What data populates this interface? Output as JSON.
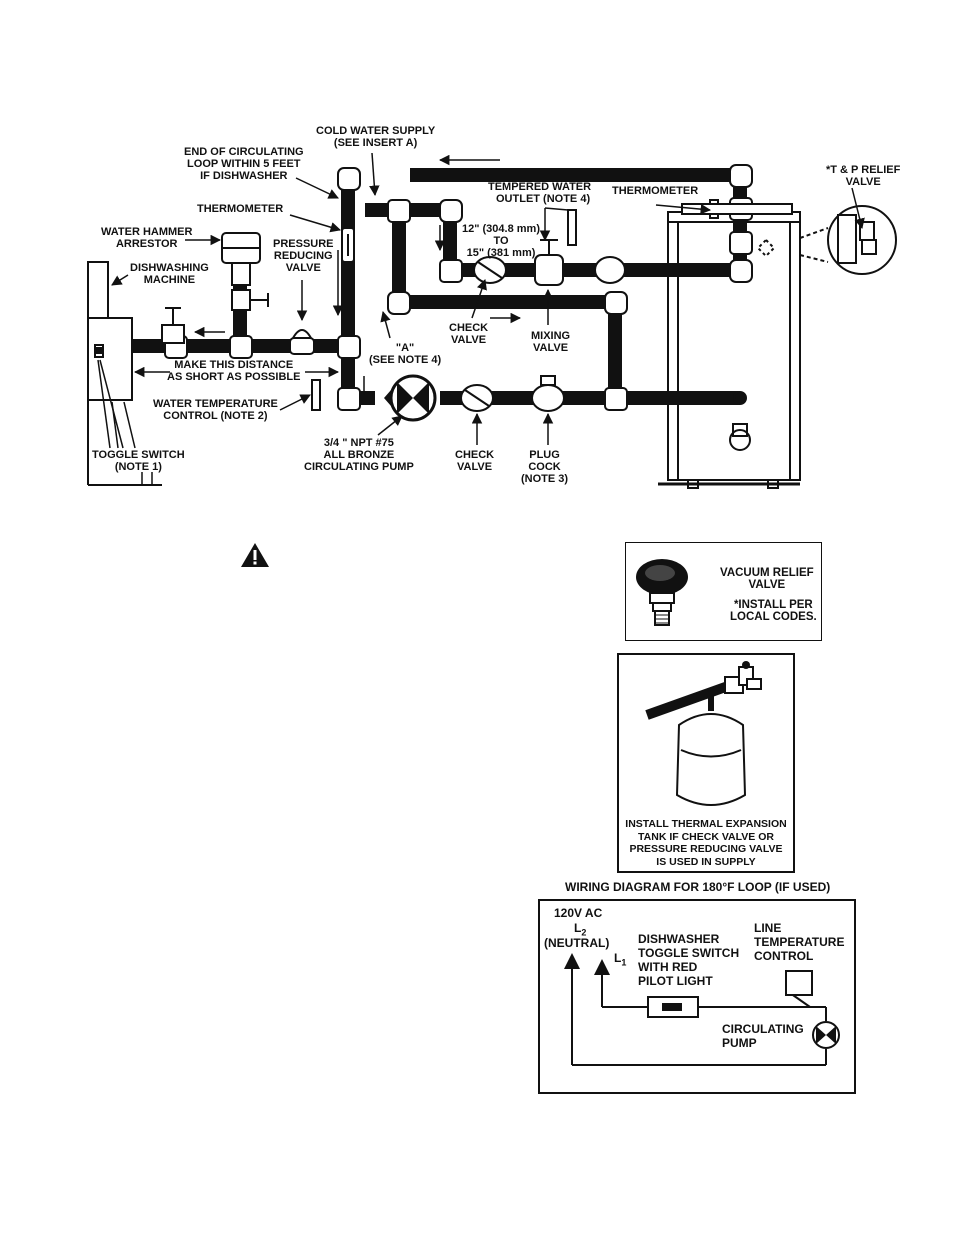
{
  "main_diagram": {
    "labels": {
      "cold_water_supply": [
        "COLD WATER SUPPLY",
        "(SEE INSERT A)"
      ],
      "end_of_loop": [
        "END OF CIRCULATING",
        "LOOP WITHIN 5 FEET",
        "IF DISHWASHER"
      ],
      "thermometer_left": "THERMOMETER",
      "water_hammer_arrestor": [
        "WATER HAMMER",
        "ARRESTOR"
      ],
      "dishwashing_machine": [
        "DISHWASHING",
        "MACHINE"
      ],
      "pressure_reducing_valve": [
        "PRESSURE",
        "REDUCING",
        "VALVE"
      ],
      "tempered_water_outlet": [
        "TEMPERED WATER",
        "OUTLET (NOTE 4)"
      ],
      "distance_spec": [
        "12\" (304.8 mm)",
        "TO",
        "15\" (381 mm)"
      ],
      "thermometer_right": "THERMOMETER",
      "tp_relief_valve": [
        "*T & P RELIEF",
        "VALVE"
      ],
      "check_valve_upper": [
        "CHECK",
        "VALVE"
      ],
      "mixing_valve": [
        "MIXING",
        "VALVE"
      ],
      "make_distance_short": [
        "MAKE THIS DISTANCE",
        "AS SHORT AS POSSIBLE"
      ],
      "point_a": [
        "\"A\"",
        "(SEE NOTE 4)"
      ],
      "water_temp_control": [
        "WATER TEMPERATURE",
        "CONTROL (NOTE 2)"
      ],
      "circulating_pump": [
        "3/4 \" NPT #75",
        "ALL BRONZE",
        "CIRCULATING PUMP"
      ],
      "check_valve_lower": [
        "CHECK",
        "VALVE"
      ],
      "plug_cock": [
        "PLUG",
        "COCK",
        "(NOTE 3)"
      ],
      "toggle_switch": [
        "TOGGLE SWITCH",
        "(NOTE 1)"
      ]
    }
  },
  "vacuum_relief_insert": {
    "title": [
      "VACUUM RELIEF",
      "VALVE"
    ],
    "note": [
      "*INSTALL PER",
      "LOCAL CODES."
    ]
  },
  "expansion_tank_insert": {
    "caption": [
      "INSTALL THERMAL EXPANSION",
      "TANK IF CHECK VALVE OR",
      "PRESSURE REDUCING VALVE",
      "IS USED IN SUPPLY"
    ]
  },
  "wiring_diagram": {
    "title": "WIRING DIAGRAM FOR 180°F LOOP (IF USED)",
    "supply": "120V AC",
    "l2": "L",
    "l2_sub": "2",
    "neutral": "(NEUTRAL)",
    "l1": "L",
    "l1_sub": "1",
    "toggle_switch": [
      "DISHWASHER",
      "TOGGLE SWITCH",
      "WITH RED",
      "PILOT LIGHT"
    ],
    "line_temp_control": [
      "LINE",
      "TEMPERATURE",
      "CONTROL"
    ],
    "circulating_pump": [
      "CIRCULATING",
      "PUMP"
    ]
  }
}
